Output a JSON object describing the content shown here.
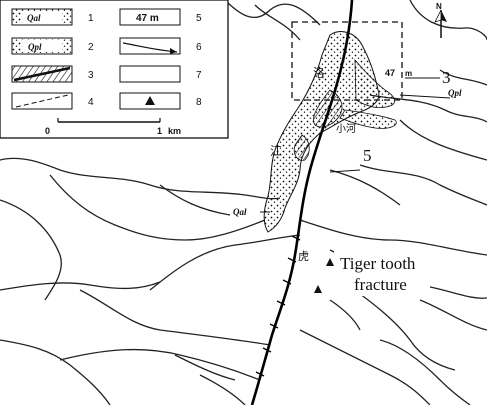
{
  "annotations": {
    "tiger_tooth_line1": "Tiger tooth",
    "tiger_tooth_line2": "fracture",
    "label_3": "3",
    "label_5": "5",
    "qal_map": "Qal",
    "qpl_map": "Qpl",
    "elev_47": "47",
    "m_unit": "m",
    "chinese_luo": "洛",
    "chinese_jiang": "江",
    "chinese_xiaohe": "小河",
    "chinese_hu": "虎"
  },
  "legend": {
    "items": [
      {
        "num": "1",
        "symbol": "Qal"
      },
      {
        "num": "2",
        "symbol": "Qpl"
      },
      {
        "num": "3",
        "symbol": ""
      },
      {
        "num": "4",
        "symbol": ""
      },
      {
        "num": "5",
        "symbol": "47 m"
      },
      {
        "num": "6",
        "symbol": ""
      },
      {
        "num": "7",
        "symbol": ""
      },
      {
        "num": "8",
        "symbol": ""
      }
    ],
    "scale_zero": "0",
    "scale_one": "1",
    "scale_unit": "km"
  },
  "north": "N",
  "colors": {
    "ink": "#111111",
    "paper": "#ffffff"
  }
}
